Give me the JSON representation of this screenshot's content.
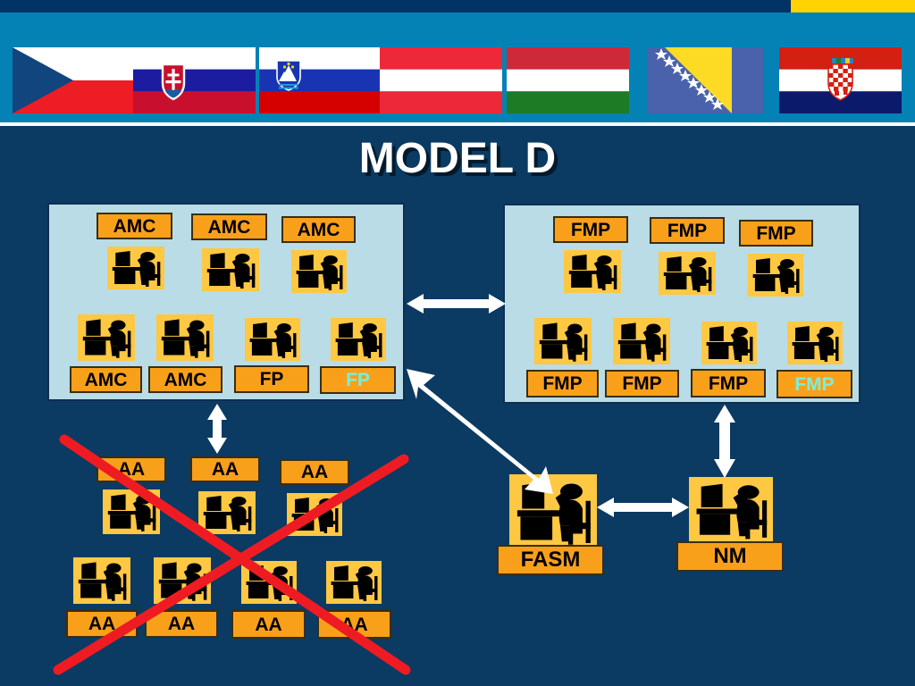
{
  "slide": {
    "title": "MODEL D",
    "background_color": "#0b3a63",
    "accent_yellow": "#ffd200",
    "banner_color": "#0481b5",
    "panel_color": "#b9dce6",
    "label_color": "#f9a01b",
    "icon_tile_color": "#ffc843",
    "highlight_text_color": "#79f0dc",
    "strikeout_color": "#ee1c22"
  },
  "flag_band": {
    "flags": [
      {
        "name": "czech-republic-flag",
        "title": "Czech Republic"
      },
      {
        "name": "slovakia-flag",
        "title": "Slovakia"
      },
      {
        "name": "slovenia-flag",
        "title": "Slovenia"
      },
      {
        "name": "austria-flag",
        "title": "Austria"
      },
      {
        "name": "hungary-flag",
        "title": "Hungary"
      },
      {
        "name": "bosnia-herzegovina-flag",
        "title": "Bosnia and Herzegovina"
      },
      {
        "name": "croatia-flag",
        "title": "Croatia"
      }
    ]
  },
  "left_panel": {
    "top_row": [
      {
        "label": "AMC",
        "highlight": false
      },
      {
        "label": "AMC",
        "highlight": false
      },
      {
        "label": "AMC",
        "highlight": false
      }
    ],
    "bottom_row": [
      {
        "label": "AMC",
        "highlight": false
      },
      {
        "label": "AMC",
        "highlight": false
      },
      {
        "label": "FP",
        "highlight": false
      },
      {
        "label": "FP",
        "highlight": true
      }
    ]
  },
  "right_panel": {
    "top_row": [
      {
        "label": "FMP",
        "highlight": false
      },
      {
        "label": "FMP",
        "highlight": false
      },
      {
        "label": "FMP",
        "highlight": false
      }
    ],
    "bottom_row": [
      {
        "label": "FMP",
        "highlight": false
      },
      {
        "label": "FMP",
        "highlight": false
      },
      {
        "label": "FMP",
        "highlight": false
      },
      {
        "label": "FMP",
        "highlight": true
      }
    ]
  },
  "aa_group": {
    "struck_out": true,
    "top_row": [
      {
        "label": "AA"
      },
      {
        "label": "AA"
      },
      {
        "label": "AA"
      }
    ],
    "bottom_row": [
      {
        "label": "AA"
      },
      {
        "label": "AA"
      },
      {
        "label": "AA"
      },
      {
        "label": "AA"
      }
    ]
  },
  "nodes": {
    "fasm": {
      "label": "FASM"
    },
    "nm": {
      "label": "NM"
    }
  },
  "connectors": [
    {
      "name": "connector-left-panel-to-right-panel",
      "kind": "double-arrow",
      "orientation": "horizontal"
    },
    {
      "name": "connector-left-panel-to-aa-group",
      "kind": "double-arrow",
      "orientation": "vertical"
    },
    {
      "name": "connector-left-panel-to-fasm",
      "kind": "double-arrow",
      "orientation": "diagonal"
    },
    {
      "name": "connector-fasm-to-nm",
      "kind": "double-arrow",
      "orientation": "horizontal"
    },
    {
      "name": "connector-right-panel-to-nm",
      "kind": "double-arrow",
      "orientation": "vertical"
    }
  ]
}
